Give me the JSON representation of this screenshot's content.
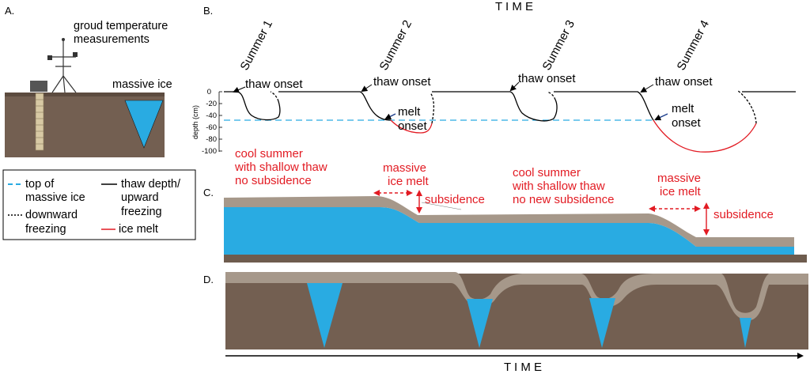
{
  "panels": {
    "a": "A.",
    "b": "B.",
    "c": "C.",
    "d": "D."
  },
  "panel_a": {
    "measurement_label_line1": "groud temperature",
    "measurement_label_line2": "measurements",
    "massive_ice_label": "massive ice"
  },
  "legend": {
    "top_of_ice_line1": "top of",
    "top_of_ice_line2": "massive ice",
    "downward_line1": "downward",
    "downward_line2": "freezing",
    "thaw_line1": "thaw depth/",
    "thaw_line2": "upward",
    "thaw_line3": "freezing",
    "ice_melt": "ice melt"
  },
  "panel_b": {
    "time_label": "T I M E",
    "summers": [
      "Summer 1",
      "Summer 2",
      "Summer 3",
      "Summer 4"
    ],
    "thaw_onset": "thaw onset",
    "melt_line1": "melt",
    "melt_line2": "onset",
    "melt2_line1": "melt",
    "melt2_line2": "onset",
    "axis_label": "depth (cm)",
    "depth_ticks": [
      "0",
      "-20",
      "-40",
      "-60",
      "-80",
      "-100"
    ],
    "cool1_line1": "cool summer",
    "cool1_line2": "with shallow thaw",
    "cool1_line3": "no  subsidence",
    "massive_melt1_line1": "massive",
    "massive_melt1_line2": "ice melt",
    "cool2_line1": "cool summer",
    "cool2_line2": "with shallow thaw",
    "cool2_line3": "no  new subsidence",
    "massive_melt2_line1": "massive",
    "massive_melt2_line2": "ice melt",
    "subsidence": "subsidence"
  },
  "bottom_time_label": "T I M E",
  "colors": {
    "soil": "#735f51",
    "active_layer": "#a6988a",
    "ice": "#29abe2",
    "melt_red": "#e21b23",
    "dashed_blue": "#29abe2"
  }
}
